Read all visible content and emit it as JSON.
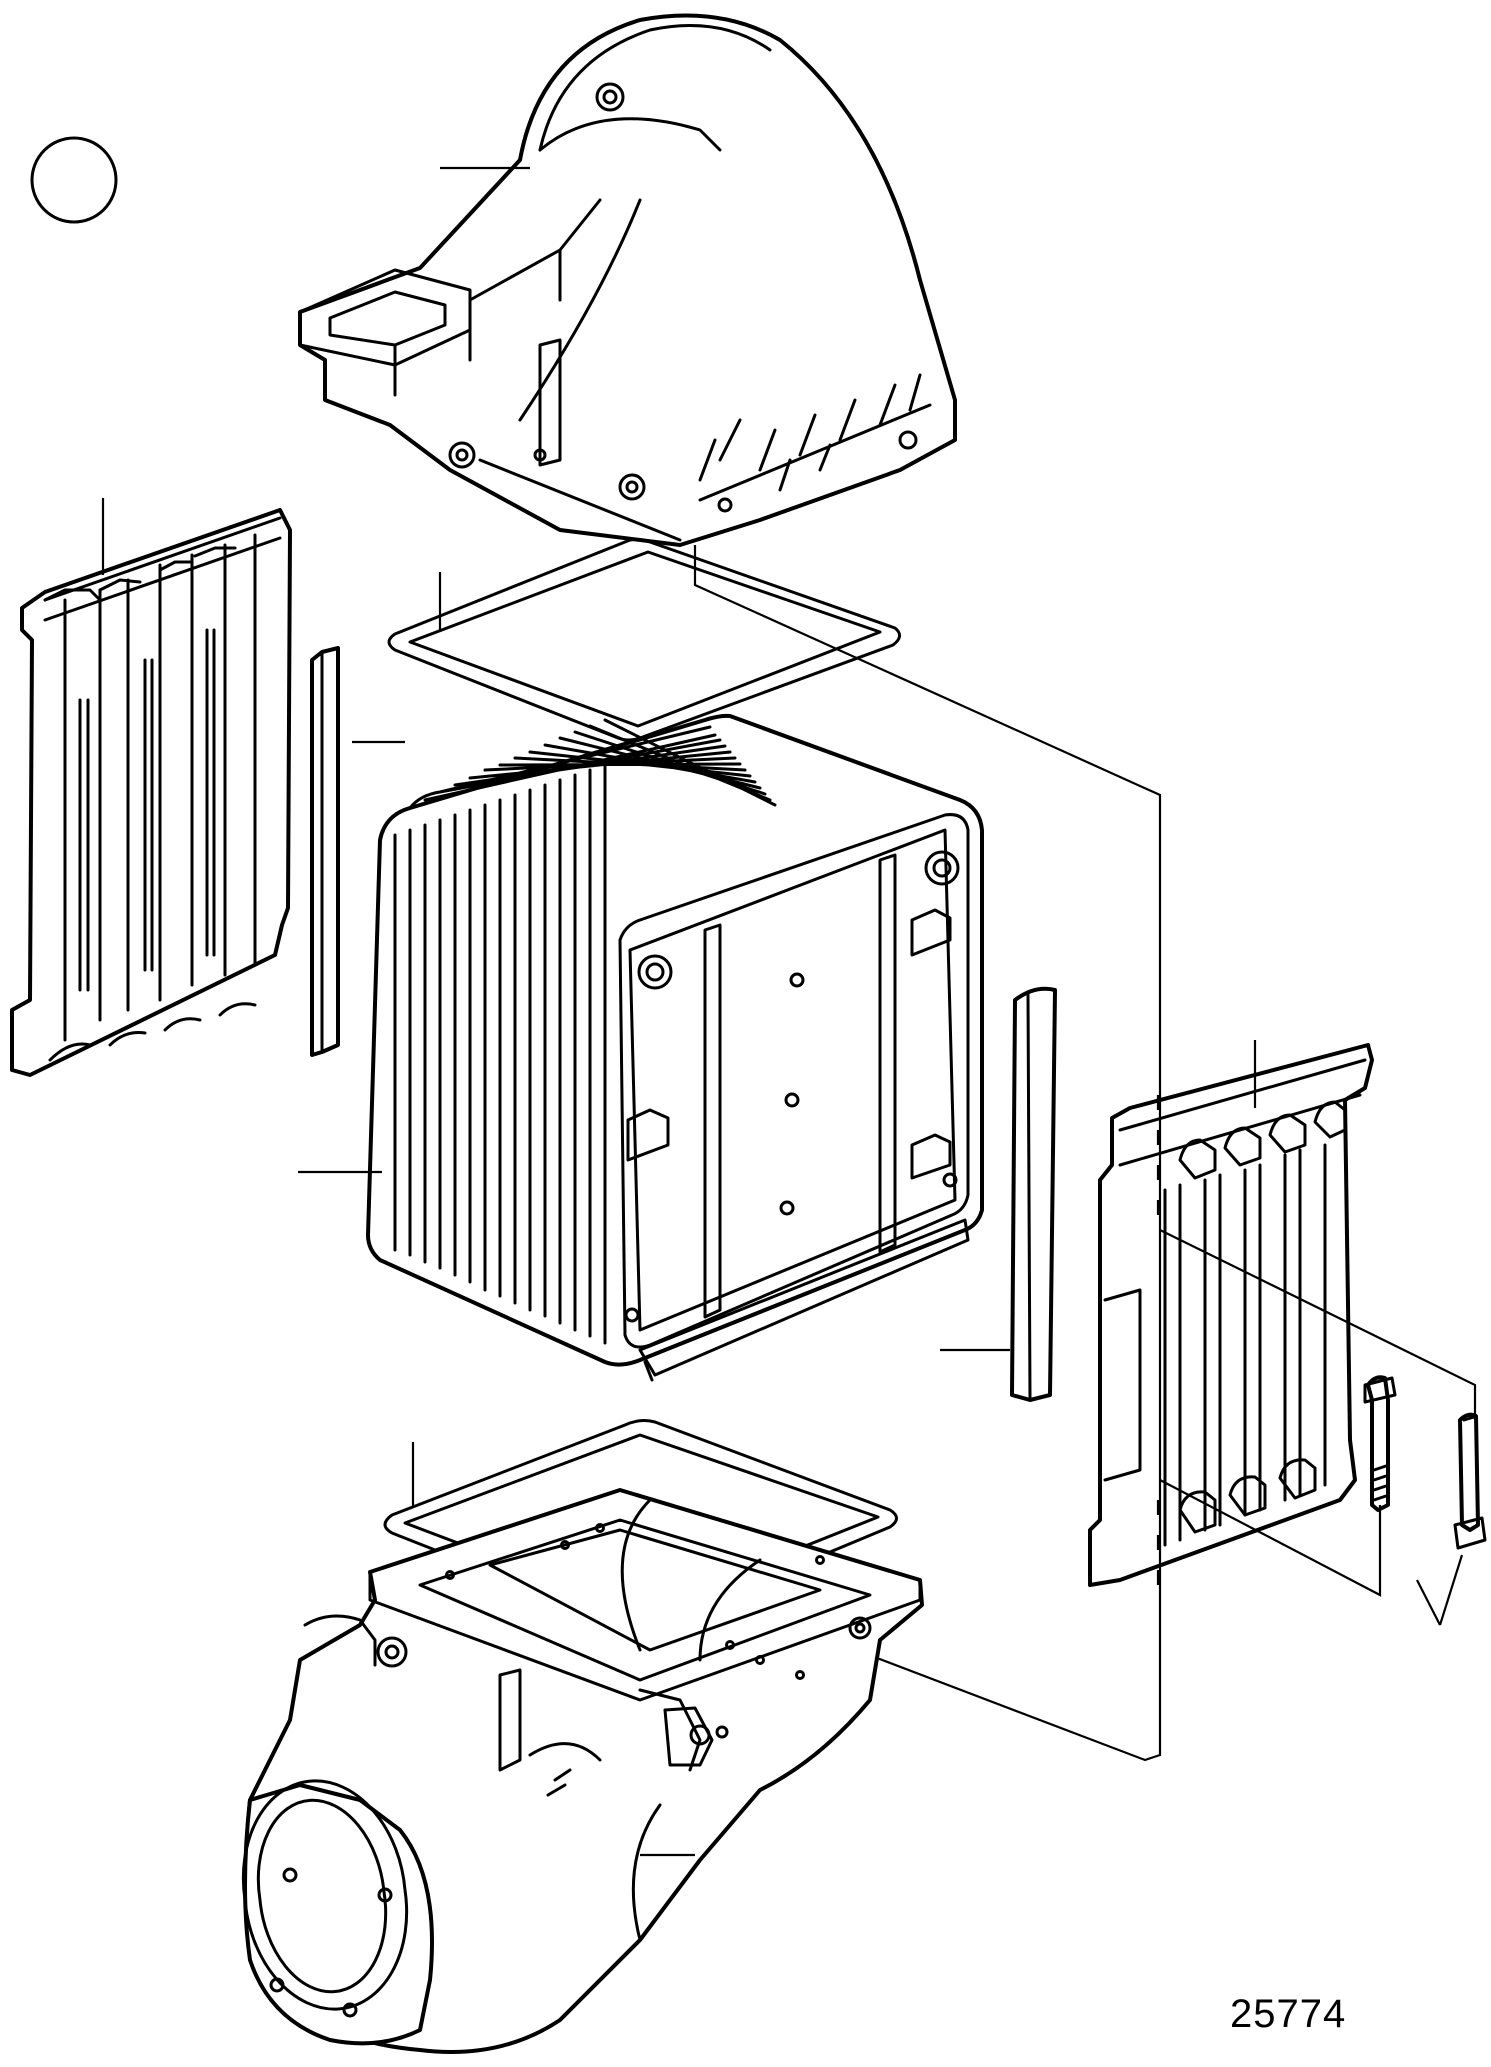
{
  "figure": {
    "number": "25774"
  },
  "colors": {
    "line": "#000000",
    "background": "#ffffff"
  },
  "parts": [
    "upper-housing",
    "upper-gasket",
    "left-side-plate",
    "left-seal-strip",
    "cooler-core",
    "right-seal-strip",
    "right-side-plate",
    "bolts",
    "lower-gasket",
    "lower-housing"
  ]
}
